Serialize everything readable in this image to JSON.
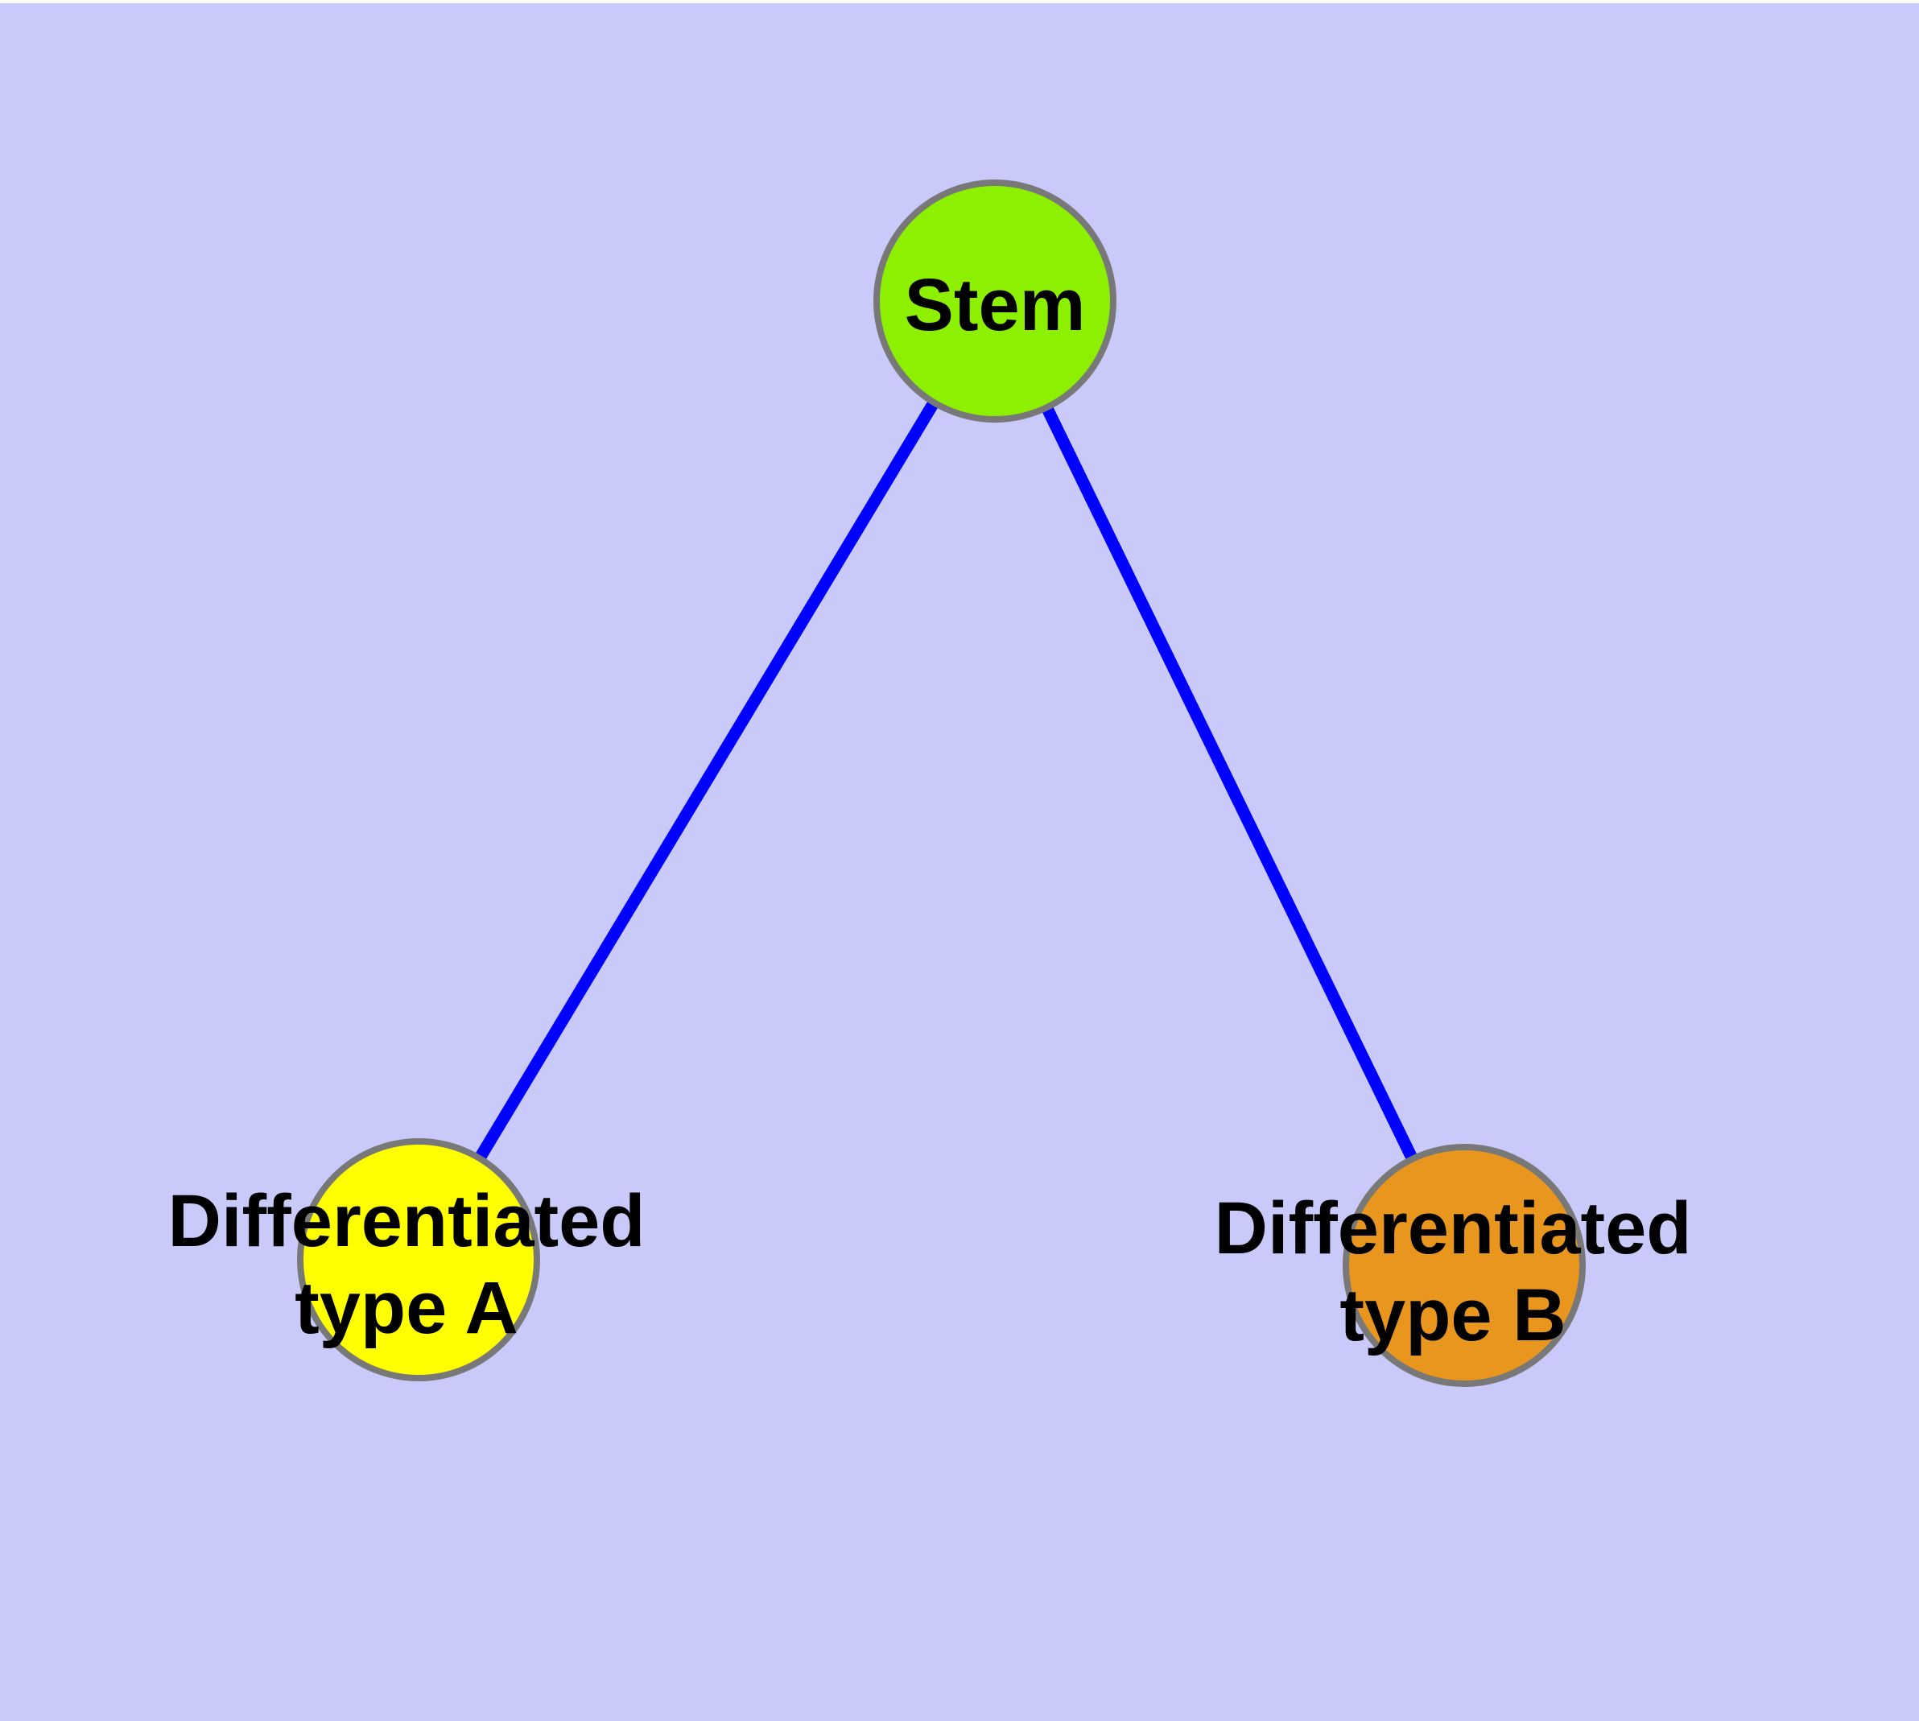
{
  "canvas": {
    "background_color": "#C9C9FA",
    "top_strip_color": "#FFFFFF"
  },
  "graph": {
    "style": {
      "edge_color": "#0000FF",
      "node_border_color": "#787878",
      "label_color": "#000000"
    },
    "nodes": [
      {
        "id": "stem",
        "label": "Stem",
        "fill_color": "#8CF000"
      },
      {
        "id": "differentiated-type-a",
        "label_line1": "Differentiated",
        "label_line2": "type A",
        "fill_color": "#FFFF00"
      },
      {
        "id": "differentiated-type-b",
        "label_line1": "Differentiated",
        "label_line2": "type B",
        "fill_color": "#E8961E"
      }
    ],
    "edges": [
      {
        "from": "stem",
        "to": "differentiated-type-a"
      },
      {
        "from": "stem",
        "to": "differentiated-type-b"
      }
    ]
  }
}
